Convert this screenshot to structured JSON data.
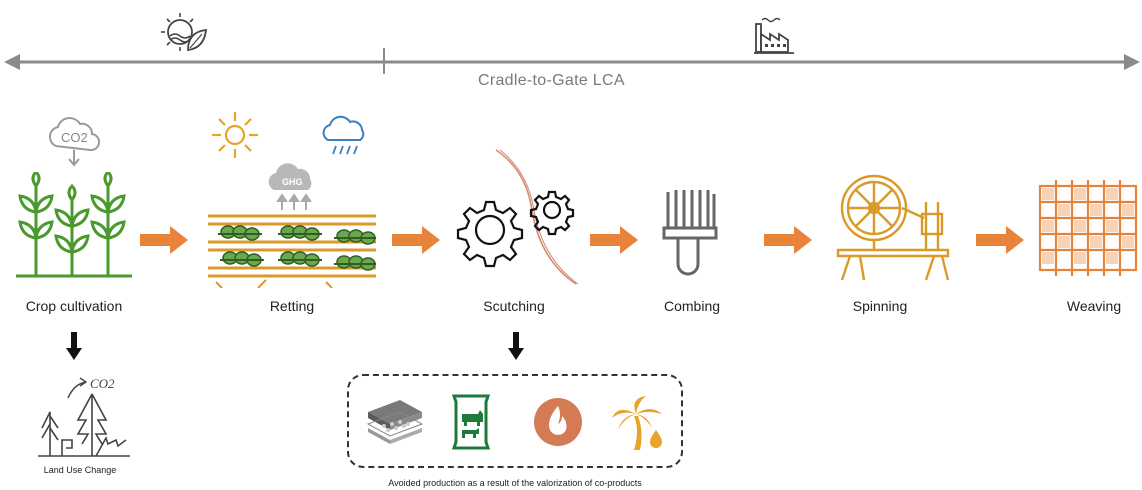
{
  "scope": {
    "label": "Cradle-to-Gate LCA"
  },
  "stages": [
    {
      "label": "Crop cultivation",
      "icon": "plants-icon"
    },
    {
      "label": "Retting",
      "icon": "field-retting-icon"
    },
    {
      "label": "Scutching",
      "icon": "gears-icon"
    },
    {
      "label": "Combing",
      "icon": "comb-icon"
    },
    {
      "label": "Spinning",
      "icon": "spinning-wheel-icon"
    },
    {
      "label": "Weaving",
      "icon": "woven-fabric-icon"
    }
  ],
  "emissions": {
    "co2": "CO2",
    "ghg": "GHG"
  },
  "land_use_change": {
    "label": "Land Use Change",
    "co2": "CO2"
  },
  "coproducts": {
    "label": "Avoided production as a result of the valorization of co-products",
    "icons": [
      "board-panel-icon",
      "animal-feed-bag-icon",
      "fire-energy-icon",
      "palm-oil-icon"
    ]
  },
  "colors": {
    "green": "#4a9a2e",
    "orange": "#e8833a",
    "gold": "#d99a28",
    "gray": "#7a7a7a",
    "terracotta": "#d47a55"
  }
}
